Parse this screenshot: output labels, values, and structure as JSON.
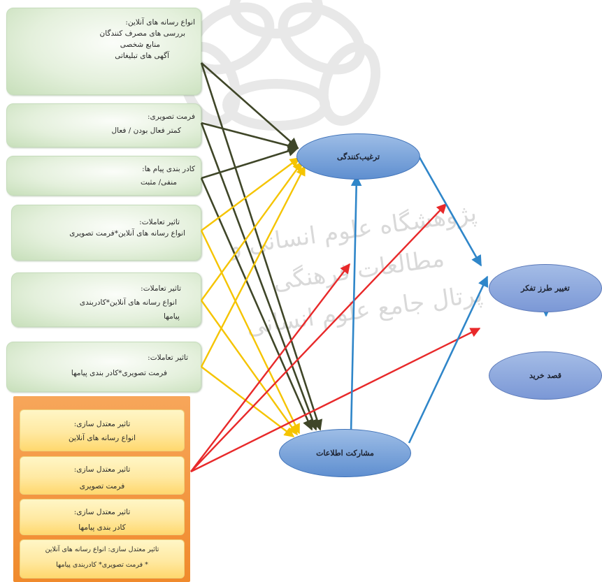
{
  "online_media_box": {
    "title": "انواع رسانه های آنلاین:",
    "lines": [
      "بررسی های مصرف کنندگان",
      "منابع شخصی",
      "آگهی های تبلیغاتی"
    ]
  },
  "visual_format_box": {
    "title": "فرمت تصویری:",
    "line": "کمتر فعال بودن / فعال"
  },
  "message_framing_box": {
    "title": "کادر بندی پیام ها:",
    "line": "منفی/ مثبت"
  },
  "interaction_1_box": {
    "title": "تاثیر تعاملات:",
    "line": "انواع رسانه های آنلاین*فرمت تصویری"
  },
  "interaction_2_box": {
    "title": "تاثیر تعاملات:",
    "line1": "انواع رسانه های آنلاین*کادربندی",
    "line2": "پیامها"
  },
  "interaction_3_box": {
    "title": "تاثیر تعاملات:",
    "line": "فرمت تصویری*کادر بندی پیامها"
  },
  "moderation_boxes": [
    {
      "title": "تاثیر معتدل سازی:",
      "line": "انواع رسانه های آنلاین"
    },
    {
      "title": "تاثیر معتدل سازی:",
      "line": "فرمت تصویری"
    },
    {
      "title": "تاثیر معتدل سازی:",
      "line": "کادر بندی پیامها"
    },
    {
      "title": "تاثیر معتدل سازی: انواع رسانه های آنلاین",
      "line": "* فرمت تصویری* کادربندی پیامها"
    }
  ],
  "nodes": {
    "persuasiveness": "ترغیب‌کنندگی",
    "information_sharing": "مشارکت اطلاعات",
    "attitude_change": "تغییر طرز تفکر",
    "purchase_intent": "قصد خرید"
  },
  "watermark": {
    "line1": "پژوهشگاه علوم انسانی و مطالعات فرهنگی",
    "line2": "پرتال جامع علوم انسانی"
  },
  "colors": {
    "green_arrow": "#3f4628",
    "yellow_arrow": "#f5c400",
    "red_arrow": "#e8292a",
    "blue_arrow": "#2f86c9",
    "oval_fill": "#7ea6dc",
    "orange_panel": "#f4973d"
  }
}
